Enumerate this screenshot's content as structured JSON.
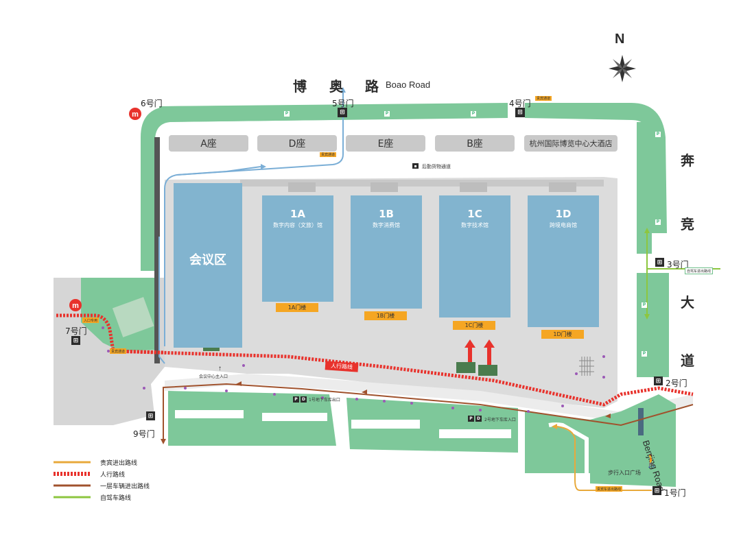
{
  "roads": {
    "boao_cn": [
      "博",
      "奥",
      "路"
    ],
    "boao_en": "Boao Road",
    "benjing_cn": [
      "奔",
      "竞",
      "大",
      "道"
    ],
    "benjing_en": "Benjing Road"
  },
  "compass": {
    "north": "N"
  },
  "gates": {
    "g1": "1号门",
    "g2": "2号门",
    "g3": "3号门",
    "g4": "4号门",
    "g5": "5号门",
    "g6": "6号门",
    "g7": "7号门",
    "g9": "9号门"
  },
  "buildings": {
    "a": "A座",
    "d": "D座",
    "e": "E座",
    "b": "B座",
    "hotel": "杭州国际博览中心大酒店"
  },
  "cargo_channel": "后勤货物通道",
  "conference": "会议区",
  "halls": [
    {
      "code": "1A",
      "name": "数字内容（文旅）馆",
      "door": "1A门楼"
    },
    {
      "code": "1B",
      "name": "数字消费馆",
      "door": "1B门楼"
    },
    {
      "code": "1C",
      "name": "数字技术馆",
      "door": "1C门楼"
    },
    {
      "code": "1D",
      "name": "跨境电商馆",
      "door": "1D门楼"
    }
  ],
  "labels": {
    "pedestrian_route": "人行路线",
    "conference_entrance": "会议中心主入口",
    "walk_plaza": "步行入口广场",
    "b1_exit1": "1号地下车库出口",
    "b1_entry2": "2号地下车库入口",
    "vip_route_tag": "贵宾车进出路线",
    "self_drive_tag": "自驾车进出路线",
    "entrance_tag": "入口专用",
    "vip_entrance": "贵宾通道",
    "metro_stop": "地铁站"
  },
  "legend": [
    {
      "label": "贵宾进出路线",
      "color": "#e8a93b",
      "style": "solid"
    },
    {
      "label": "人行路线",
      "color": "#e8322c",
      "style": "dashed"
    },
    {
      "label": "一层车辆进出路线",
      "color": "#a0522d",
      "style": "solid"
    },
    {
      "label": "自驾车路线",
      "color": "#8dc63f",
      "style": "solid"
    }
  ],
  "colors": {
    "green": "#7ec89a",
    "hall_blue": "#82b4cf",
    "building_gray": "#c9c9c9",
    "plaza_gray": "#dedede",
    "door_orange": "#f5a623",
    "pedestrian_red": "#e8322c",
    "vehicle_brown": "#a0522d",
    "self_drive_green": "#8dc63f",
    "flow_blue": "#7aaed6"
  }
}
